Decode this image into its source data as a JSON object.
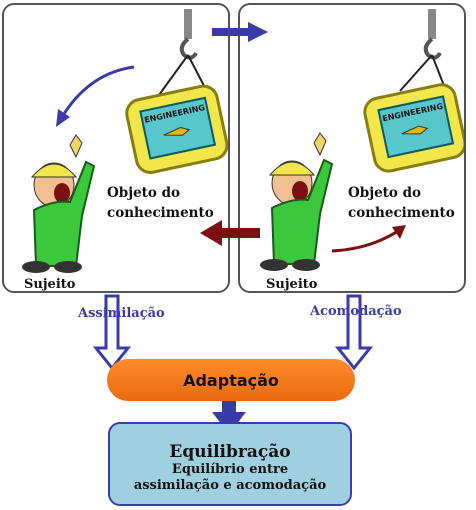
{
  "panels": {
    "left": {
      "person": "Sujeito",
      "object_line1": "Objeto do",
      "object_line2": "conhecimento"
    },
    "right": {
      "person": "Sujeito",
      "object_line1": "Objeto do",
      "object_line2": "conhecimento"
    }
  },
  "bucket_label": "ENGINEERING",
  "assimilation": "Assimilação",
  "accommodation": "Acomodação",
  "adaptation": "Adaptação",
  "equilibration": {
    "title": "Equilibração",
    "line1": "Equilíbrio entre",
    "line2": "assimilação e acomodação"
  },
  "colors": {
    "blue_arrow": "#3a3aa8",
    "red_arrow": "#7a1010",
    "orange": "#f07a1a",
    "box_fill": "#9fd0e0",
    "bucket": "#f2e64a",
    "figure": "#3cc83c"
  }
}
